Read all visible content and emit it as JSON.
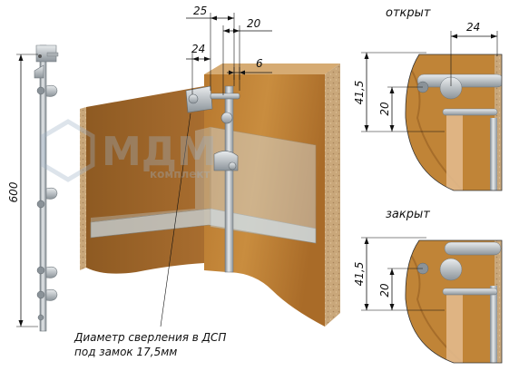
{
  "dimensions": {
    "rail_length": "600",
    "offset_25": "25",
    "offset_20_top": "20",
    "offset_24_left": "24",
    "offset_6": "6",
    "open_width_24": "24",
    "open_height_415": "41,5",
    "open_height_20": "20",
    "closed_height_415": "41,5",
    "closed_height_20": "20"
  },
  "labels": {
    "open": "открыт",
    "closed": "закрыт"
  },
  "caption": {
    "line1": "Диаметр сверления в ДСП",
    "line2": "под замок 17,5мм"
  },
  "watermark": {
    "main": "МДМ",
    "sub": "комплект"
  }
}
